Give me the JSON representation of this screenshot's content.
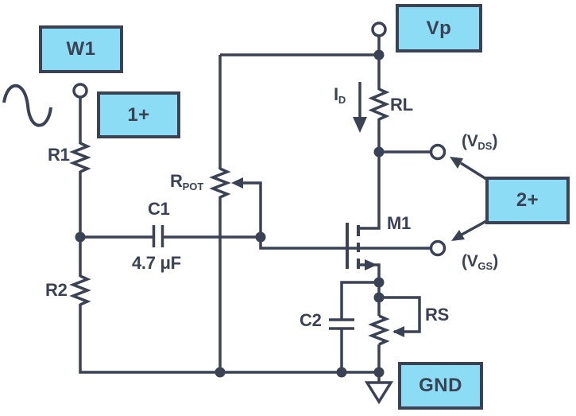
{
  "colors": {
    "line": "#3A4254",
    "box-fill": "#8BDCF4",
    "bg": "#FFFFFF"
  },
  "boxes": {
    "w1": "W1",
    "vp": "Vp",
    "ch1": "1+",
    "ch2": "2+",
    "gnd": "GND"
  },
  "components": {
    "r1": "R1",
    "r2": "R2",
    "rpot": {
      "main": "R",
      "sub": "POT"
    },
    "c1": "C1",
    "c1_value": "4.7 μF",
    "c2": "C2",
    "rl": "RL",
    "rs": "RS",
    "m1": "M1",
    "id": {
      "main": "I",
      "sub": "D"
    },
    "vds": {
      "open": "(V",
      "sub": "DS",
      "close": ")"
    },
    "vgs": {
      "open": "(V",
      "sub": "GS",
      "close": ")"
    }
  }
}
